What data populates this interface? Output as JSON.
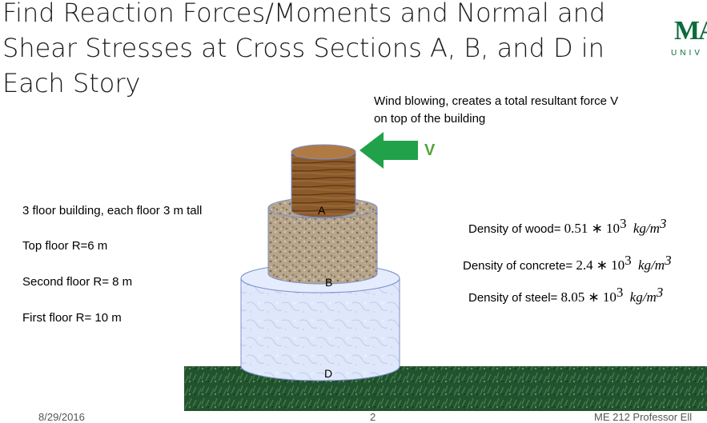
{
  "slide": {
    "title_lines": [
      "Find Reaction Forces/Moments and Normal and",
      "Shear Stresses at Cross Sections A, B, and D in",
      "Each Story"
    ],
    "logo": {
      "letters": "MA",
      "subtext": "UNIV"
    },
    "wind_note": [
      "Wind blowing, creates a total resultant force V",
      "on top of the building"
    ],
    "force_label": "V",
    "section_labels": {
      "a": "A",
      "b": "B",
      "d": "D"
    },
    "building_info": [
      "3 floor building, each floor 3 m tall",
      "Top floor R=6 m",
      "Second floor R= 8 m",
      "First floor R= 10 m"
    ],
    "densities": [
      {
        "label": "Density of wood=",
        "value": "0.51",
        "times": "∗",
        "base": "10",
        "exp": "3",
        "unit": "kg/m",
        "unit_exp": "3"
      },
      {
        "label": "Density of concrete=",
        "value": "2.4",
        "times": "∗",
        "base": "10",
        "exp": "3",
        "unit": "kg/m",
        "unit_exp": "3"
      },
      {
        "label": "Density of steel=",
        "value": "8.05",
        "times": "∗",
        "base": "10",
        "exp": "3",
        "unit": "kg/m",
        "unit_exp": "3"
      }
    ],
    "footer": {
      "date": "8/29/2016",
      "page": "2",
      "right": "ME 212 Professor Ell"
    },
    "colors": {
      "arrow": "#21a24a",
      "ground": "#23522e",
      "wood": "#8b5a2b",
      "concrete": "#b7a58c",
      "steel": "#dfe8fb",
      "logo": "#0b6b3a"
    }
  }
}
